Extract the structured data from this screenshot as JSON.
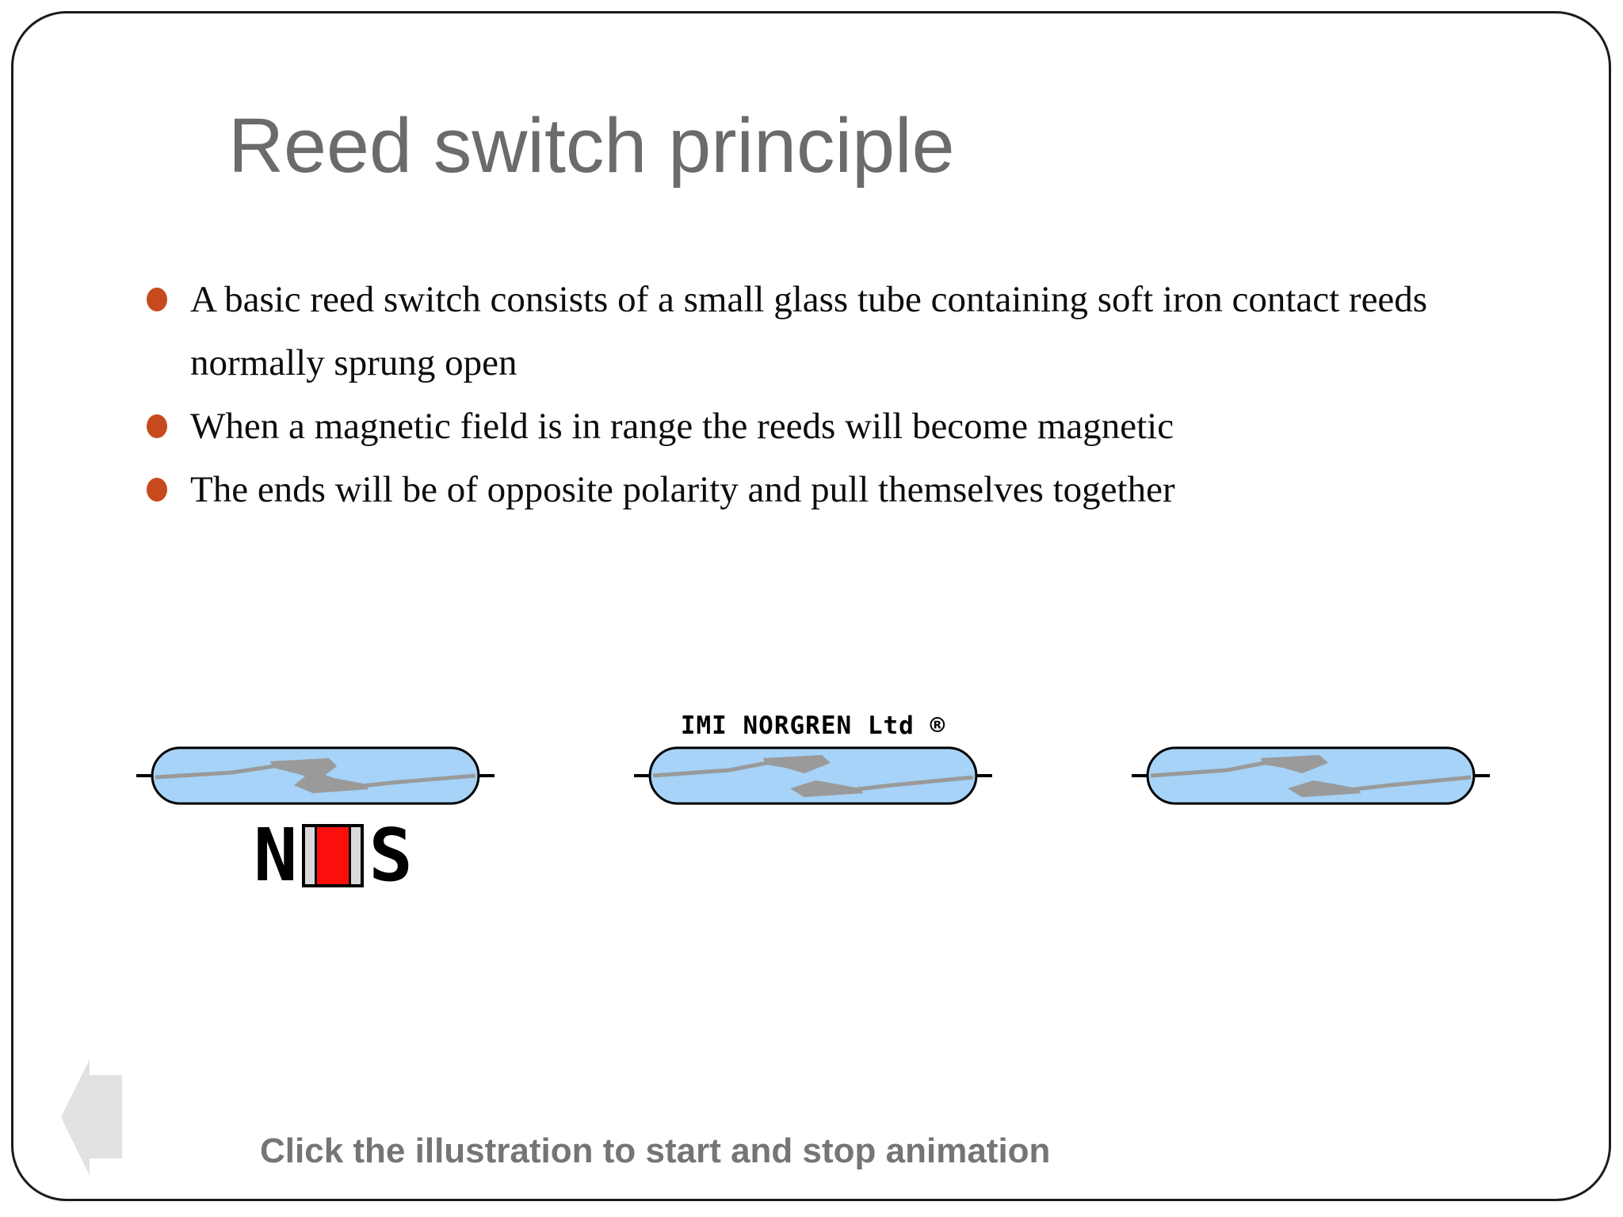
{
  "slide": {
    "title": "Reed switch principle",
    "bullets": [
      "A basic reed switch consists of a small glass tube containing soft iron contact reeds normally sprung open",
      "When a magnetic field is in range the reeds will become magnetic",
      "The ends will be of opposite polarity and pull themselves together"
    ],
    "footer_note": "Click the illustration to start and stop animation",
    "illustration": {
      "brand_label": "IMI NORGREN Ltd ®",
      "magnet_north": "N",
      "magnet_south": "S",
      "reed_states": [
        "closed",
        "open",
        "open"
      ]
    },
    "colors": {
      "title_text": "#6b6b6b",
      "bullet_marker": "#c64a1e",
      "body_text": "#0d0d0d",
      "tube_fill": "#a6d3f7",
      "tube_border": "#000000",
      "reed_gray": "#9a9a9a",
      "magnet_red": "#fb0f0c",
      "magnet_pole_gray": "#d9d9d9",
      "footer_text": "#757575",
      "back_arrow_fill": "#e2e2e2"
    }
  }
}
